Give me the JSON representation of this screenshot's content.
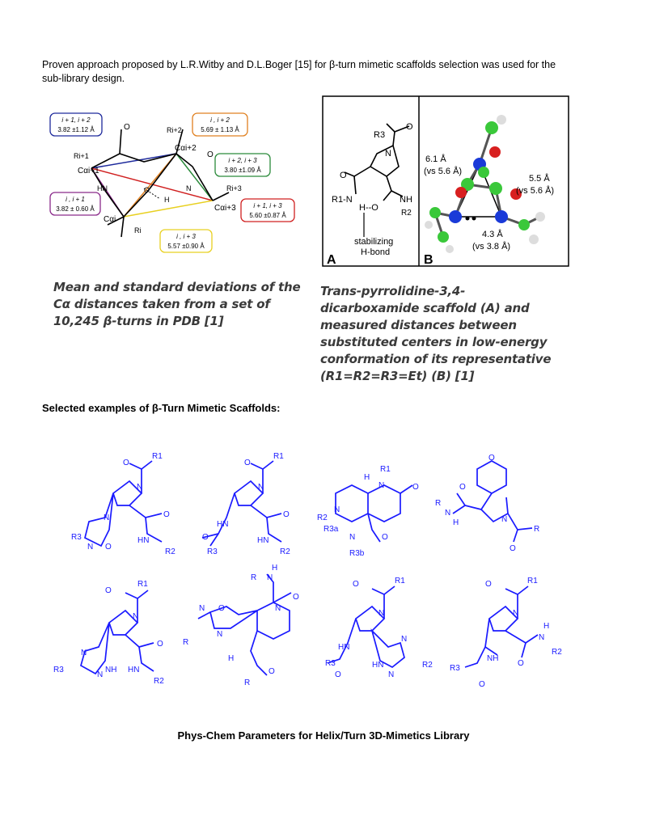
{
  "intro_text": "Proven approach proposed by  L.R.Witby  and D.L.Boger [15]  for β-turn mimetic scaffolds selection was used for the sub-library design.",
  "figure_left": {
    "boxes": [
      {
        "title": "i + 1, i + 2",
        "value": "3.82 ±1.12 Å",
        "color": "#1e2a9c"
      },
      {
        "title": "i , i + 2",
        "value": "5.69 ± 1.13 Å",
        "color": "#e08020"
      },
      {
        "title": "i + 2, i + 3",
        "value": "3.80 ±1.09 Å",
        "color": "#2a8a3a"
      },
      {
        "title": "i , i + 1",
        "value": "3.82 ± 0.60 Å",
        "color": "#8a2a8a"
      },
      {
        "title": "i + 1, i + 3",
        "value": "5.60 ±0.87 Å",
        "color": "#d02020"
      },
      {
        "title": "i , i + 3",
        "value": "5.57 ±0.90 Å",
        "color": "#e8d020"
      }
    ],
    "atoms": {
      "ri2": "Ri+2",
      "ri1": "Ri+1",
      "cai2": "Cαi+2",
      "cai1": "Cαi+1",
      "hn": "HN",
      "n": "N",
      "h": "H",
      "o": "O",
      "ri3": "Ri+3",
      "cai3": "Cαi+3",
      "cai": "Cαi",
      "ri": "Ri"
    },
    "caption": "Mean and standard deviations of the Cα distances taken from a set of 10,245 β-turns in PDB [1]"
  },
  "figure_right": {
    "panel_a_label": "A",
    "panel_b_label": "B",
    "stabilizing": "stabilizing",
    "hbond": "H-bond",
    "r3": "R3",
    "r1n": "R1-N",
    "r2": "R2",
    "nh": "NH",
    "ho": "H--O",
    "o_label": "O",
    "n_label": "N",
    "dist_top": "6.1 Å",
    "dist_top_vs": "(vs 5.6 Å)",
    "dist_right": "5.5 Å",
    "dist_right_vs": "(vs 5.6 Å)",
    "dist_bottom": "4.3 Å",
    "dist_bottom_vs": "(vs 3.8 Å)",
    "caption": "Trans-pyrrolidine-3,4-dicarboxamide scaffold (A) and measured distances between substituted centers in low-energy conformation of its representative (R1=R2=R3=Et) (B) [1]"
  },
  "section_title": "Selected examples of β-Turn Mimetic Scaffolds",
  "scaffold_labels": {
    "s1": [
      "O",
      "R1",
      "N",
      "O",
      "N",
      "R3",
      "N",
      "O",
      "HN",
      "R2"
    ],
    "s2": [
      "O",
      "R1",
      "N",
      "HN",
      "O",
      "R3",
      "O",
      "HN",
      "R2"
    ],
    "s3": [
      "R1",
      "H",
      "N",
      "O",
      "R2",
      "N",
      "R3a",
      "N",
      "O",
      "R3b"
    ],
    "s4": [
      "O",
      "R",
      "N",
      "H",
      "O",
      "N",
      "R",
      "O"
    ],
    "s5": [
      "O",
      "R1",
      "N",
      "N",
      "N",
      "R3",
      "NH",
      "O",
      "HN",
      "R2"
    ],
    "s6": [
      "R",
      "N",
      "H",
      "O",
      "N",
      "O",
      "N",
      "R",
      "N",
      "H",
      "O",
      "R"
    ],
    "s7": [
      "O",
      "R1",
      "N",
      "HN",
      "O",
      "R3",
      "HN",
      "N",
      "N",
      "R2"
    ],
    "s8": [
      "O",
      "R1",
      "N",
      "H",
      "N",
      "O",
      "R2",
      "NH",
      "R3",
      "O"
    ]
  },
  "footer_title": "Phys-Chem Parameters for Helix/Turn 3D-Mimetics Library"
}
